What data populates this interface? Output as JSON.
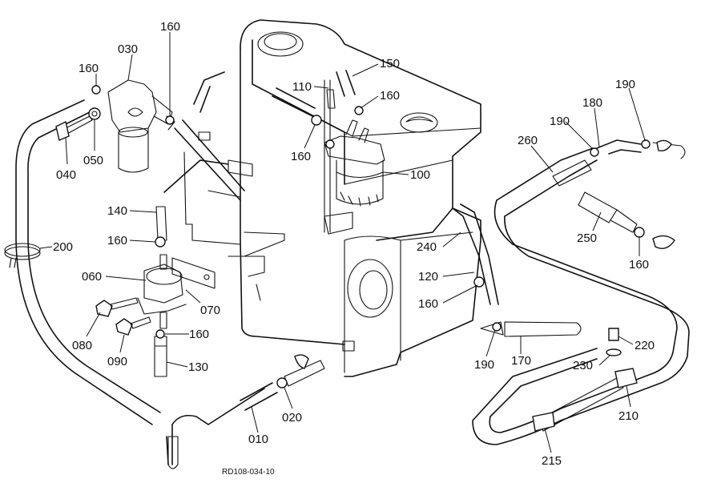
{
  "diagram": {
    "drawing_code": "RD108-034-10",
    "callouts": [
      {
        "id": "c030",
        "text": "030"
      },
      {
        "id": "c160a",
        "text": "160"
      },
      {
        "id": "c160b",
        "text": "160"
      },
      {
        "id": "c040",
        "text": "040"
      },
      {
        "id": "c050",
        "text": "050"
      },
      {
        "id": "c110",
        "text": "110"
      },
      {
        "id": "c150",
        "text": "150"
      },
      {
        "id": "c160c",
        "text": "160"
      },
      {
        "id": "c160d",
        "text": "160"
      },
      {
        "id": "c100",
        "text": "100"
      },
      {
        "id": "c190a",
        "text": "190"
      },
      {
        "id": "c180",
        "text": "180"
      },
      {
        "id": "c190b",
        "text": "190"
      },
      {
        "id": "c260",
        "text": "260"
      },
      {
        "id": "c140",
        "text": "140"
      },
      {
        "id": "c160e",
        "text": "160"
      },
      {
        "id": "c200",
        "text": "200"
      },
      {
        "id": "c060",
        "text": "060"
      },
      {
        "id": "c070",
        "text": "070"
      },
      {
        "id": "c080",
        "text": "080"
      },
      {
        "id": "c090",
        "text": "090"
      },
      {
        "id": "c160f",
        "text": "160"
      },
      {
        "id": "c130",
        "text": "130"
      },
      {
        "id": "c240",
        "text": "240"
      },
      {
        "id": "c120",
        "text": "120"
      },
      {
        "id": "c160g",
        "text": "160"
      },
      {
        "id": "c250",
        "text": "250"
      },
      {
        "id": "c160h",
        "text": "160"
      },
      {
        "id": "c190c",
        "text": "190"
      },
      {
        "id": "c170",
        "text": "170"
      },
      {
        "id": "c220",
        "text": "220"
      },
      {
        "id": "c230",
        "text": "230"
      },
      {
        "id": "c210",
        "text": "210"
      },
      {
        "id": "c020",
        "text": "020"
      },
      {
        "id": "c010",
        "text": "010"
      },
      {
        "id": "c215",
        "text": "215"
      }
    ]
  }
}
